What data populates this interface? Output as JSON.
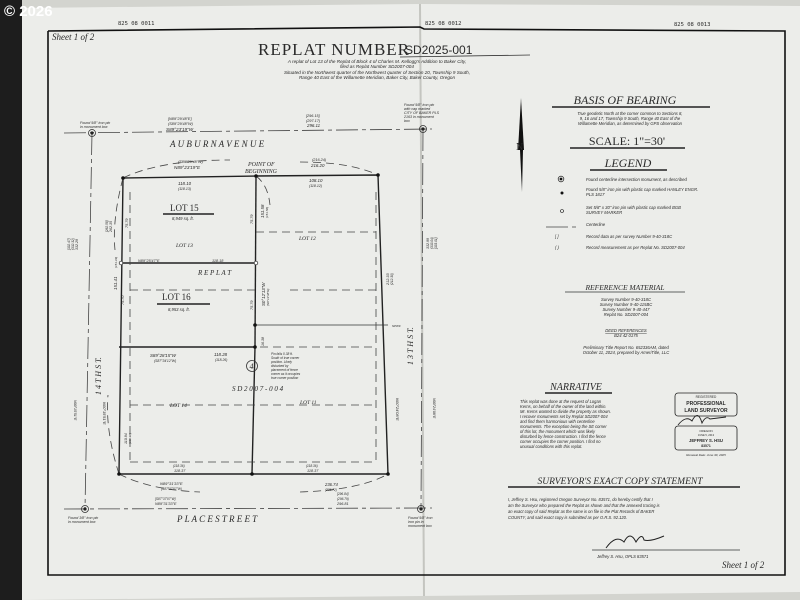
{
  "watermark": "© 2026",
  "tax_lots": [
    "825 08 0011",
    "825 08 0012",
    "825 08 0013"
  ],
  "sheet_label": "Sheet 1 of 2",
  "title": {
    "prefix": "REPLAT NUMBER",
    "number": "SD2025-001",
    "line1": "A replat of Lot 13 of the Replat of Block 4 of Charles M. Kellogg's Addition to Baker City,",
    "line2": "filed as Replat Number SD2007-004",
    "line3": "Situated in the Northwest quarter of the Northwest quarter of Section 20, Township 9 South,",
    "line4": "Range 40 East of the Willamette Meridian, Baker City, Baker County, Oregon"
  },
  "plat": {
    "streets": {
      "north": "A U B U R N     A V E N U E",
      "south": "P L A C E     S T R E E T",
      "west": "1 4 T H   S T.",
      "east": "1 3 T H   S T."
    },
    "monuments": {
      "nw": [
        "Found 5/8\" iron pin",
        "in monument box"
      ],
      "ne": [
        "Found 5/8\" iron pin",
        "with cap marked",
        "CITY OF BAKER PLS",
        "2163 in monument",
        "box"
      ],
      "sw": [
        "Found 3/8\" iron pin",
        "in monument box"
      ],
      "se": [
        "Found 5/8\" iron",
        "iron pin in",
        "monument box"
      ]
    },
    "north_line": {
      "record1": "[N89°29'48\"E]",
      "record2": "(S89°29'48\"W)",
      "bearing": "S89°23'19\"W",
      "rec_dist1": "[296.15]",
      "rec_dist2": "(297.17)",
      "distance": "296.11"
    },
    "lot_top": {
      "record": "(S89°29'48\"W)",
      "bearing": "N89°23'19\"E",
      "rec_arc": "(216.24)",
      "arc": "216.20",
      "left_dist": "118.10",
      "left_rec": "(118.13)",
      "right_dist": "108.10",
      "right_rec": "(118.12)"
    },
    "point_of_beginning": [
      "POINT OF",
      "BEGINNING"
    ],
    "lots": {
      "lot15": {
        "name": "LOT 15",
        "area": "8,949 sq. ft."
      },
      "lot16": {
        "name": "LOT 16",
        "area": "8,953 sq. ft."
      },
      "lot13": "LOT 13",
      "lot12": "LOT 12",
      "lot14": "LOT 14",
      "lot11": "LOT 11"
    },
    "replat_label": "R E P L A T",
    "sd_label": "S D 2 0 0 7  -  0 0 4",
    "lot_num_circle": "4",
    "mid_line": {
      "bearing": "N89°25'47\"E",
      "distance": "118.18"
    },
    "lot16_south": {
      "bearing": "S89°28'15\"W",
      "record": "(S87°34'12\"W)",
      "distance": "118.28",
      "rec": "(118.26)"
    },
    "dims": {
      "d7579a": "75.79",
      "d15158": "151.58",
      "d15158r": "(151.56)",
      "d7579b": "75.79",
      "d7570": "75.70",
      "d15141": "151.41",
      "d15141r": "(151.43)",
      "west_b": "N00°15'51\"E",
      "west_rec": "[262.58]",
      "west_dist": "262.35",
      "far_w1": "[332.47]",
      "far_w2": "(332.32)",
      "far_w3": "332.29",
      "far_e1": "332.99",
      "far_e2": "(333.04)",
      "far_e3": "[333.01]",
      "east_b": "S0°12'13\"W",
      "east_rec": "(N0°14'48\"E)",
      "e21233": "212.33",
      "e21233r": "(212.30)",
      "d1638": "16.38",
      "d11094": "110.94",
      "d11094r": "(110.92)",
      "bot_left": "118.37",
      "bot_left_r": "(118.36)",
      "bot_right": "118.37",
      "bot_right_r": "(118.36)",
      "spwf": "SPWF",
      "east_line_b": "N00°24'08\"E"
    },
    "pin_note": [
      "Pin falls 0.38 ft.",
      "South of true corner",
      "position. Likely",
      "disturbed by",
      "placement of fence",
      "corner as it occupies",
      "true corner position"
    ],
    "south_line": {
      "bearing": "N89°31'33\"E",
      "record": "(S87°37'07\"W)",
      "arc": "236.74",
      "arc_rec": "(236.72)",
      "rec1": "[S87°37'07\"W]",
      "bearing2": "N89°31'33\"E",
      "rec_d1": "[296.84]",
      "rec_d2": "(296.79)",
      "distance": "296.81"
    }
  },
  "basis_of_bearing": {
    "heading": "BASIS OF BEARING",
    "text": [
      "True geodetic North at the corner common to Sections 8,",
      "9, 16 and 17, Township 9 South, Range 40 East of the",
      "Willamette Meridian, as determined by GPS observation"
    ]
  },
  "scale": "SCALE:  1\"=30'",
  "legend": {
    "heading": "LEGEND",
    "items": [
      {
        "symbol": "circle-dot",
        "text": [
          "Found centerline intersection monument, as described"
        ]
      },
      {
        "symbol": "filled-dot",
        "text": [
          "Found 5/8\" iron pin with plastic cap marked HANLEY ENGR.",
          "PLS 1817"
        ]
      },
      {
        "symbol": "open-circle",
        "text": [
          "Set 5/8\" x 30\" iron pin with plastic cap marked BGB",
          "SURVEY MARKER"
        ]
      },
      {
        "symbol": "centerline",
        "text": [
          "Centerline"
        ]
      },
      {
        "symbol": "[ ]",
        "text": [
          "Record data as per survey Number 9-40-318C"
        ]
      },
      {
        "symbol": "( )",
        "text": [
          "Record measurement as per Replat No. SD2007-004"
        ]
      }
    ]
  },
  "reference_material": {
    "heading": "REFERENCE MATERIAL",
    "items": [
      "Survey Number 9-40-318C",
      "Survey Number 9-40-115BC",
      "Survey Number 9-40-447",
      "Replat No. SD2007-004"
    ],
    "deed_heading": "DEED REFERENCES",
    "deed": "B24 42 0175",
    "title_report": [
      "Preliminary Title Report No. 652336AM, dated",
      "October 11, 2024, prepared by AmeriTitle, LLC"
    ]
  },
  "narrative": {
    "heading": "NARRATIVE",
    "lines": [
      "This replat was done at the request of Logan",
      "Kerns, on behalf of the owner of the land within.",
      "Mr. Kerns wanted to divide the property as shown.",
      "I recover monuments set by Replat SD2007-004",
      "and find them harmonious with centerline",
      "monuments. The exception being the SE corner",
      "of this lot, the monument which was likely",
      "disturbed by fence construction. I find the fence",
      "corner occupies the corner position. I find no",
      "unusual conditions with this replat."
    ]
  },
  "stamp": {
    "line1": "REGISTERED",
    "line2": "PROFESSIONAL",
    "line3": "LAND SURVEYOR",
    "state": "OREGON",
    "date": "JUNE 5, 2013",
    "name": "JEFFREY S. HSU",
    "number": "83571",
    "renewal": "Renewal Date: June 30, 2025"
  },
  "exact_copy": {
    "heading": "SURVEYOR'S EXACT COPY STATEMENT",
    "lines": [
      "I, Jeffrey S. Hsu, registered Oregon Surveyor No. 83571, do hereby certify that I",
      "am the Surveyor who prepared the Replat as shown and that the annexed tracing is",
      "an exact copy of said Replat as the same is on file in the Plat Records of BAKER",
      "COUNTY, and said exact copy is submitted as per O.R.S. 92.120."
    ],
    "signature_name": "Jeffrey S. Hsu, OPLS 83571"
  }
}
